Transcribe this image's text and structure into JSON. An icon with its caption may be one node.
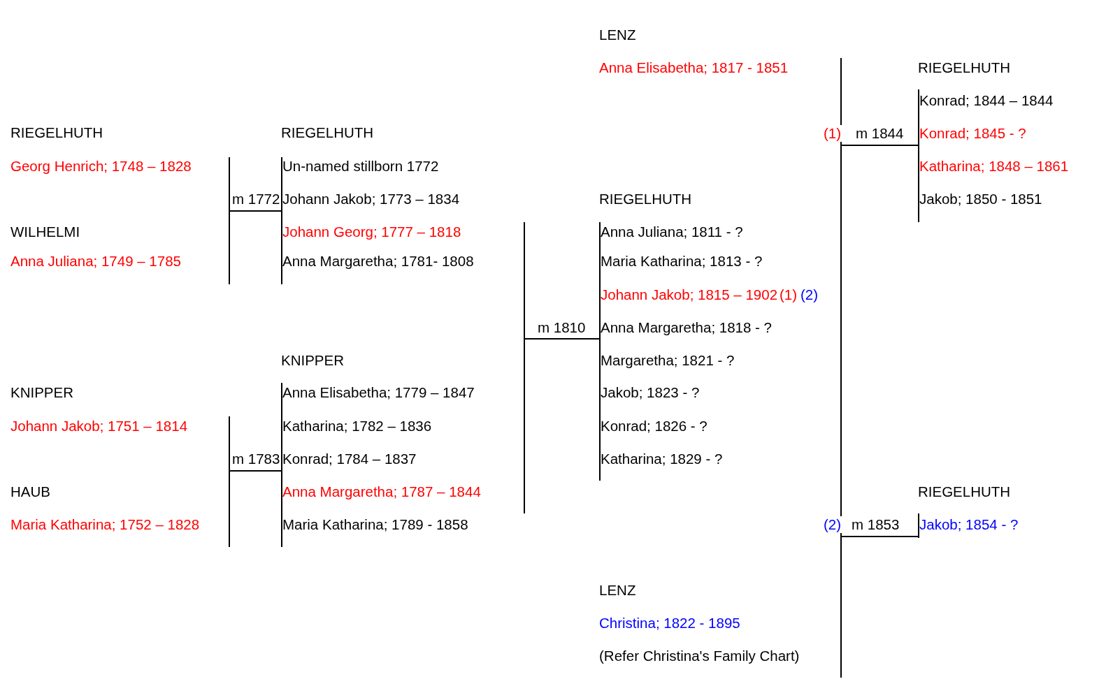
{
  "diagram": {
    "nodes": [
      {
        "text": [
          "RIEGELHUTH",
          "Georg Henrich; 1748 – 1828"
        ]
      },
      {
        "text": [
          "WILHELMI",
          "Anna Juliana; 1749 – 1785"
        ]
      },
      {
        "text": [
          "RIEGELHUTH",
          "Un-named stillborn 1772",
          "Johann Jakob; 1773 – 1834",
          "Johann Georg; 1777 – 1818",
          "Anna Margaretha; 1781- 1808"
        ]
      },
      {
        "text": [
          "KNIPPER",
          "Johann Jakob; 1751 – 1814"
        ]
      },
      {
        "text": [
          "HAUB",
          "Maria Katharina; 1752 – 1828"
        ]
      },
      {
        "text": [
          "KNIPPER",
          "Anna Elisabetha; 1779 – 1847",
          "Katharina; 1782 – 1836",
          "Konrad; 1784 – 1837",
          "Anna Margaretha; 1787 – 1844",
          "Maria Katharina; 1789 - 1858"
        ]
      },
      {
        "text": [
          "LENZ",
          "Anna Elisabetha; 1817 - 1851"
        ]
      },
      {
        "text": [
          "RIEGELHUTH",
          "Anna Juliana; 1811 - ?",
          "Maria Katharina; 1813 - ?",
          "Johann Jakob; 1815 – 1902",
          "(1)",
          "(2)",
          "Anna Margaretha; 1818 - ?",
          "Margaretha; 1821 - ?",
          "Jakob; 1823 - ?",
          "Konrad; 1826 - ?",
          "Katharina; 1829 - ?"
        ]
      },
      {
        "text": [
          "RIEGELHUTH",
          "Konrad; 1844 – 1844",
          "Konrad; 1845 - ?",
          "Katharina; 1848 – 1861",
          "Jakob; 1850 - 1851"
        ]
      },
      {
        "text": [
          "RIEGELHUTH",
          "Jakob; 1854 - ?"
        ]
      },
      {
        "text": [
          "LENZ",
          "Christina; 1822 - 1895",
          "(Refer Christina's Family Chart)"
        ]
      }
    ],
    "edges": [
      {
        "from": 0,
        "to": 2,
        "arrow": "none",
        "label": "m 1772"
      },
      {
        "from": 1,
        "to": 2,
        "arrow": "none"
      },
      {
        "from": 3,
        "to": 5,
        "arrow": "none",
        "label": "m 1783"
      },
      {
        "from": 4,
        "to": 5,
        "arrow": "none"
      },
      {
        "from": 2,
        "to": 7,
        "arrow": "none",
        "label": "m 1810"
      },
      {
        "from": 5,
        "to": 7,
        "arrow": "none"
      },
      {
        "from": 6,
        "to": 8,
        "arrow": "none",
        "label": "m 1844"
      },
      {
        "from": 7,
        "to": 8,
        "arrow": "none"
      },
      {
        "from": 7,
        "to": 9,
        "arrow": "none",
        "label": "m 1853"
      },
      {
        "from": 10,
        "to": 9,
        "arrow": "none"
      }
    ],
    "labels": [
      "(1)",
      "(2)"
    ]
  }
}
